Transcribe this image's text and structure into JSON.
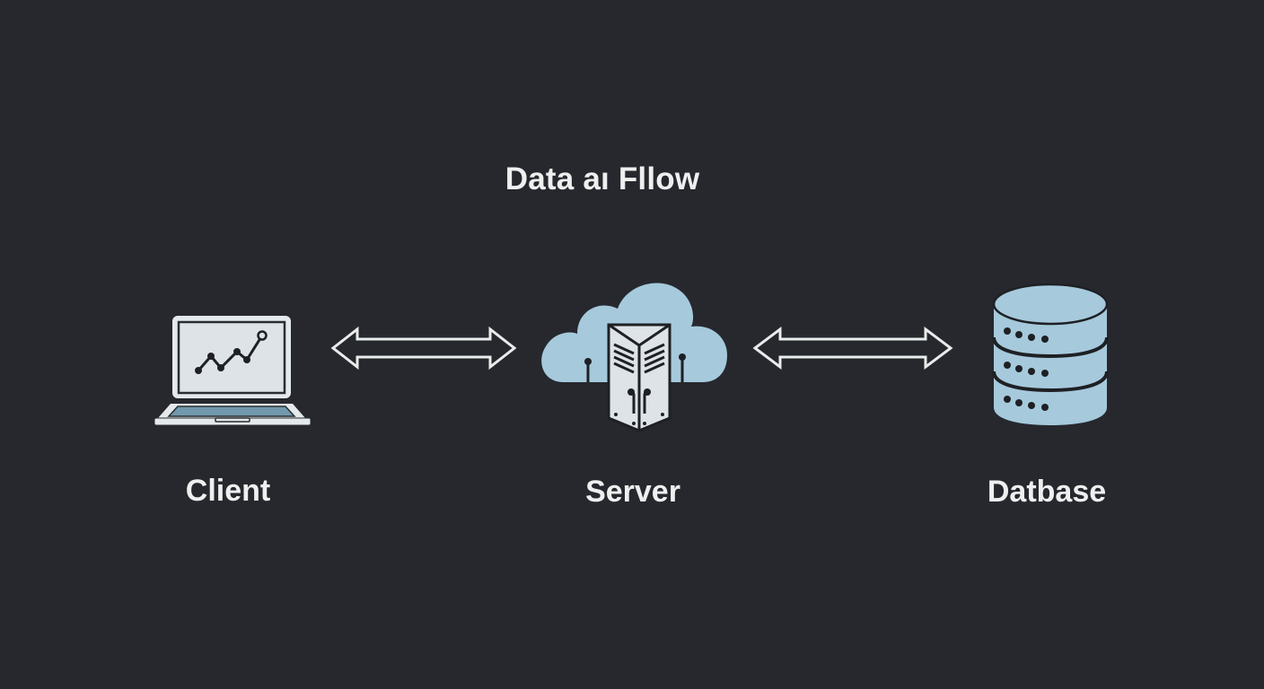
{
  "diagram": {
    "title": "Data aı Fllow",
    "colors": {
      "background": "#26282e",
      "text": "#eef0f0",
      "icon_light": "#dde3e6",
      "icon_blue": "#a6c9dc",
      "stroke_dark": "#1e2024"
    },
    "nodes": [
      {
        "id": "client",
        "label": "Client",
        "icon": "laptop-chart-icon"
      },
      {
        "id": "server",
        "label": "Server",
        "icon": "cloud-server-icon"
      },
      {
        "id": "database",
        "label": "Datbase",
        "icon": "database-icon"
      }
    ],
    "edges": [
      {
        "from": "client",
        "to": "server",
        "direction": "bidirectional"
      },
      {
        "from": "server",
        "to": "database",
        "direction": "bidirectional"
      }
    ]
  }
}
